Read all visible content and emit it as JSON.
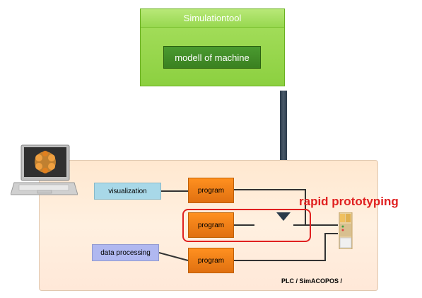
{
  "simulation": {
    "title": "Simulationtool",
    "model_label": "modell of machine"
  },
  "blocks": {
    "visualization": "visualization",
    "data_processing": "data processing"
  },
  "programs": [
    {
      "label": "program"
    },
    {
      "label": "program"
    },
    {
      "label": "program"
    }
  ],
  "annotations": {
    "rapid_prototyping": "rapid prototyping",
    "plc_label": "PLC / SimACOPOS / "
  },
  "colors": {
    "simulation_bg": "#8cd040",
    "modell_bg": "#3a8020",
    "plc_area_bg": "#ffe8d0",
    "visualization_bg": "#a8d8e8",
    "data_processing_bg": "#b0b8f0",
    "program_bg": "#ff9020",
    "rapid_prototyping": "#e02020",
    "arrow": "#2a3a4a"
  },
  "icons": {
    "laptop": "laptop-icon",
    "plc_device": "plc-device-icon"
  }
}
